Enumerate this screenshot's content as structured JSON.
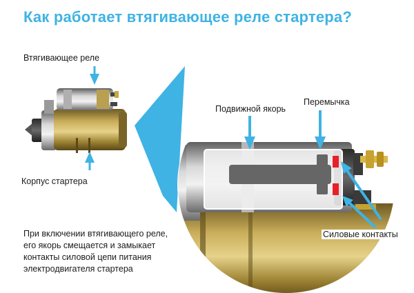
{
  "title": "Как работает втягивающее реле стартера?",
  "labels": {
    "relay": "Втягивающее реле",
    "body": "Корпус стартера",
    "anchor": "Подвижной якорь",
    "jumper": "Перемычка",
    "contacts": "Силовые контакты"
  },
  "description": [
    "При включении втягивающего реле,",
    "его якорь смещается и замыкает",
    "контакты силовой цепи питания",
    "электродвигателя стартера"
  ],
  "colors": {
    "title": "#3fb3e3",
    "arrow": "#3fb3e3",
    "contact": "#e8202a"
  }
}
